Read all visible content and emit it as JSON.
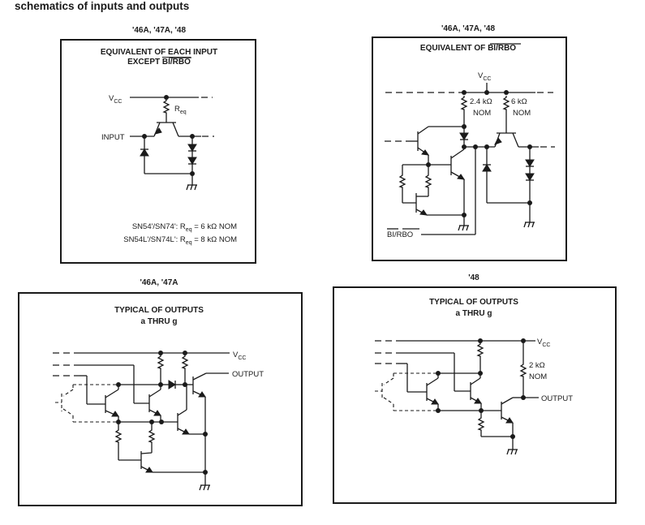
{
  "page": {
    "title": "schematics of inputs and outputs"
  },
  "panels": [
    {
      "device_label": "'46A, '47A, '48",
      "title_line1": "EQUIVALENT OF EACH INPUT",
      "title_line2_prefix": "EXCEPT ",
      "title_line2_overbar": "BI/RBO",
      "labels": {
        "vcc": "V",
        "vcc_sub": "CC",
        "input": "INPUT",
        "req": "R",
        "req_sub": "eq"
      },
      "notes": [
        {
          "prefix": "SN54'/SN74':",
          "r": "R",
          "r_sub": "eq",
          "value": "= 6 kΩ NOM"
        },
        {
          "prefix": "SN54L'/SN74L':",
          "r": "R",
          "r_sub": "eq",
          "value": "= 8 kΩ NOM"
        }
      ]
    },
    {
      "device_label": "'46A, '47A, '48",
      "title_prefix": "EQUIVALENT OF ",
      "title_overbar": "BI/RBO",
      "labels": {
        "vcc": "V",
        "vcc_sub": "CC",
        "r1_value": "2.4 kΩ",
        "r1_nom": "NOM",
        "r2_value": "6 kΩ",
        "r2_nom": "NOM",
        "pin": "BI/RBO"
      }
    },
    {
      "device_label": "'46A, '47A",
      "title_line1": "TYPICAL OF OUTPUTS",
      "title_line2": "a THRU g",
      "labels": {
        "vcc": "V",
        "vcc_sub": "CC",
        "output": "OUTPUT"
      }
    },
    {
      "device_label": "'48",
      "title_line1": "TYPICAL OF OUTPUTS",
      "title_line2": "a THRU g",
      "labels": {
        "vcc": "V",
        "vcc_sub": "CC",
        "r_value": "2 kΩ",
        "r_nom": "NOM",
        "output": "OUTPUT"
      }
    }
  ]
}
